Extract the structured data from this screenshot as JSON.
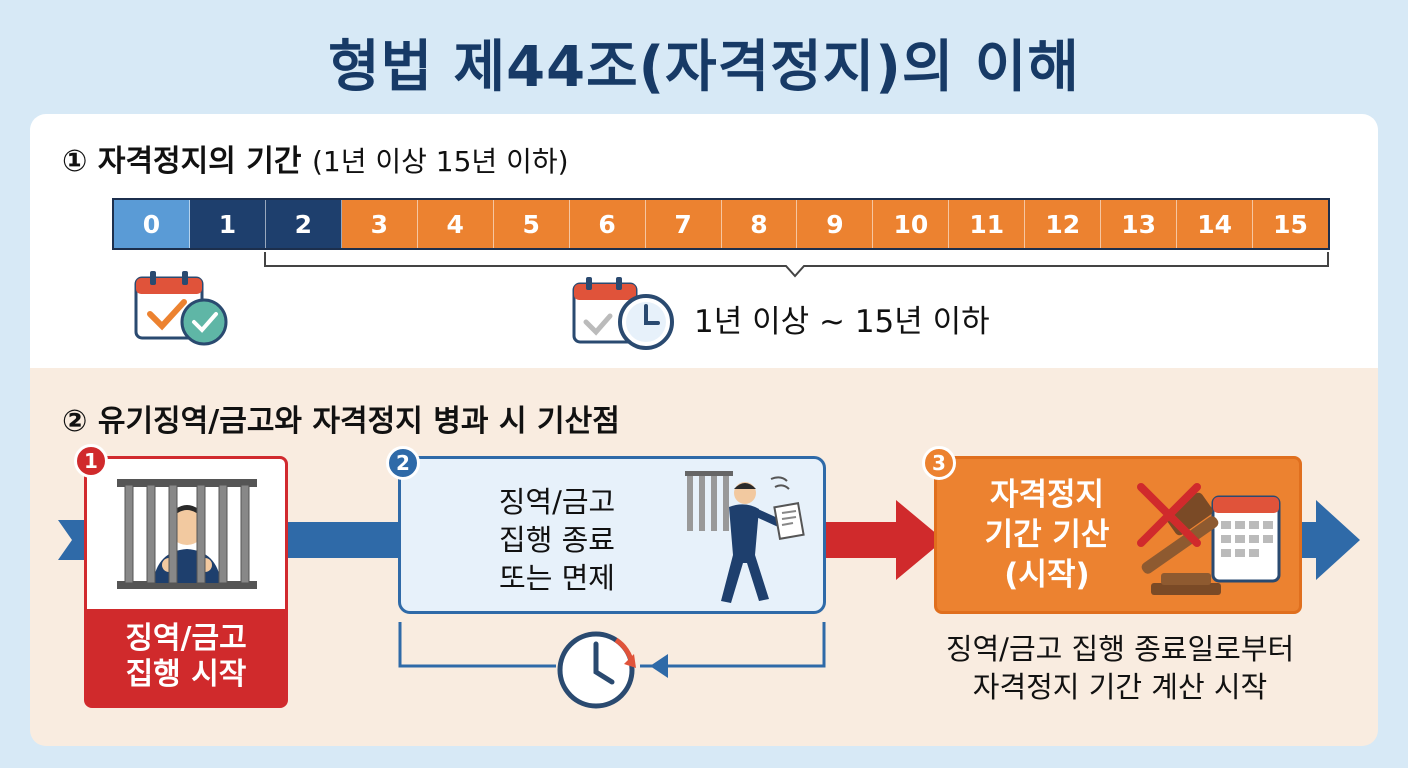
{
  "title": "형법 제44조(자격정지)의 이해",
  "section1": {
    "number": "①",
    "heading": "자격정지의 기간",
    "sub": "(1년 이상 15년 이하)",
    "timeline": [
      "0",
      "1",
      "2",
      "3",
      "4",
      "5",
      "6",
      "7",
      "8",
      "9",
      "10",
      "11",
      "12",
      "13",
      "14",
      "15"
    ],
    "range_label": "1년 이상 ~ 15년 이하"
  },
  "section2": {
    "number": "②",
    "heading": "유기징역/금고와 자격정지 병과 시 기산점",
    "steps": [
      {
        "badge": "1",
        "lines": [
          "징역/금고",
          "집행 시작"
        ]
      },
      {
        "badge": "2",
        "lines": [
          "징역/금고",
          "집행 종료",
          "또는 면제"
        ]
      },
      {
        "badge": "3",
        "lines": [
          "자격정지",
          "기간 기산",
          "(시작)"
        ]
      }
    ],
    "result_lines": [
      "징역/금고 집행 종료일로부터",
      "자격정지 기간 계산 시작"
    ]
  },
  "colors": {
    "navy": "#173a66",
    "light_blue": "#5a9bd6",
    "dark_blue": "#1e3f6d",
    "orange": "#ec8230",
    "red": "#d02a2c",
    "arrow_blue": "#2f6aa8"
  }
}
